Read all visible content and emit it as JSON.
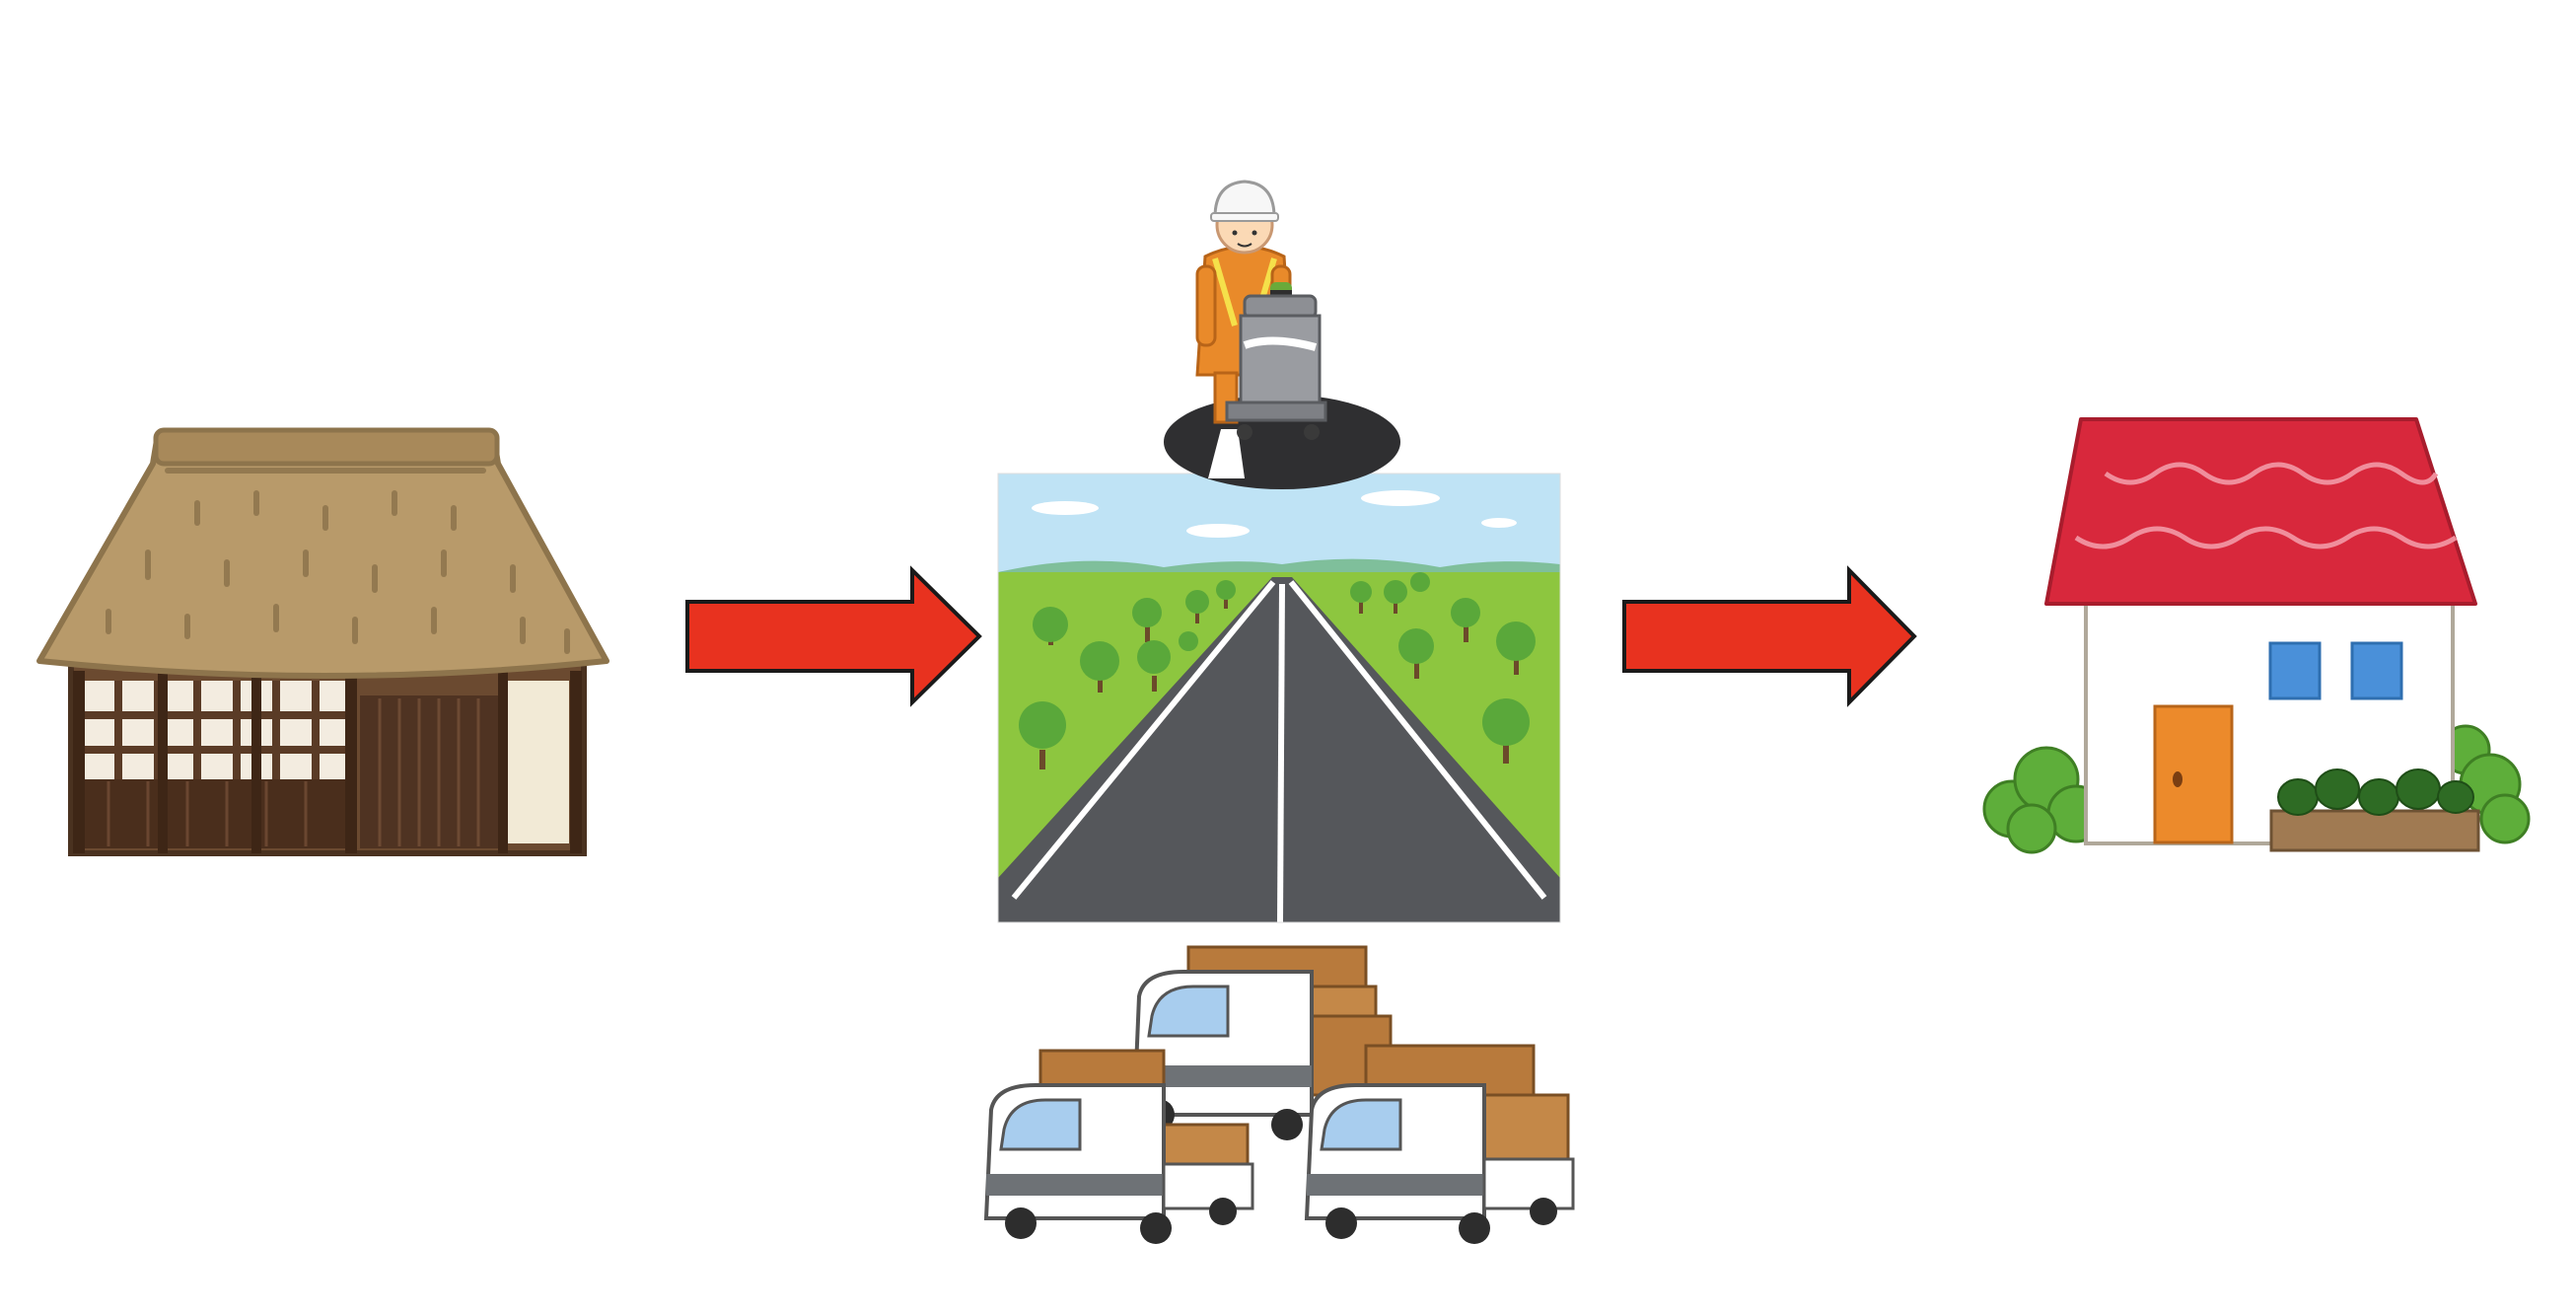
{
  "diagram": {
    "nodes": [
      {
        "id": "thatched-house",
        "kind": "traditional thatched-roof house"
      },
      {
        "id": "road-development",
        "kind": "highway with road worker and delivery trucks"
      },
      {
        "id": "modern-house",
        "kind": "modern house with red roof"
      }
    ],
    "edges": [
      {
        "from": "thatched-house",
        "to": "road-development"
      },
      {
        "from": "road-development",
        "to": "modern-house"
      }
    ]
  },
  "colors": {
    "arrow_fill": "#e8321f",
    "arrow_stroke": "#1a1a1a",
    "thatch": "#b89a6a",
    "thatch_dark": "#8d744c",
    "house_wood": "#5a3b26",
    "sky": "#bfe3f5",
    "grass": "#8dc63f",
    "asphalt": "#55575b",
    "roof_red": "#d8283c",
    "door_orange": "#ec8a2b",
    "window_blue": "#4a90d9",
    "truck_body": "#ffffff",
    "truck_glass": "#a8cdee",
    "cargo_brown": "#b87a3c",
    "vest_orange": "#e98a2a",
    "helmet_white": "#f7f7f7"
  },
  "icons": [
    "thatched-house-icon",
    "road-worker-icon",
    "road-icon",
    "truck-icon",
    "modern-house-icon",
    "right-arrow-icon"
  ]
}
